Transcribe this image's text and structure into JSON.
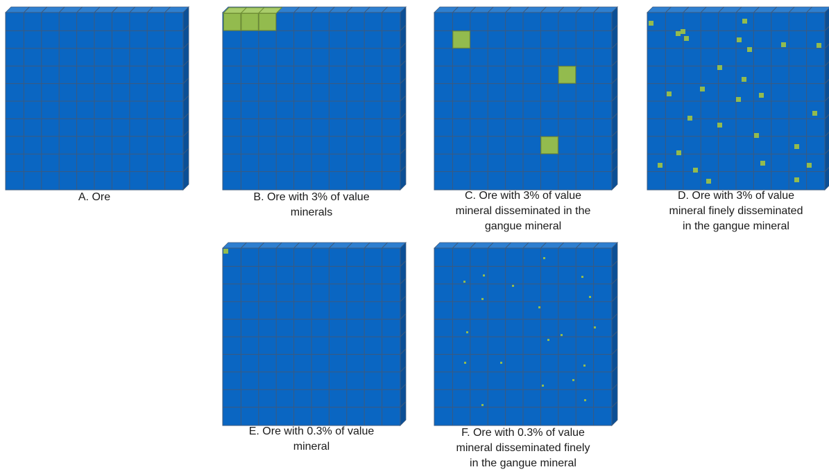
{
  "colors": {
    "ore_front": "#0a66c2",
    "ore_top": "#2e7fd0",
    "ore_side": "#0b4f96",
    "grid": "#3c5a7e",
    "mineral": "#93bb4e",
    "mineral_edge": "#6f8f34"
  },
  "panels": [
    {
      "id": "a",
      "caption_lines": [
        "A. Ore"
      ],
      "mineral_cells": []
    },
    {
      "id": "b",
      "caption_lines": [
        "B. Ore with 3% of value",
        "minerals"
      ],
      "mineral_cells": [
        [
          0,
          0
        ],
        [
          1,
          0
        ],
        [
          2,
          0
        ]
      ]
    },
    {
      "id": "c",
      "caption_lines": [
        "C. Ore with 3% of value",
        "mineral disseminated in the",
        "gangue mineral"
      ],
      "mineral_cells": [
        [
          1,
          1
        ],
        [
          7,
          3
        ],
        [
          6,
          7
        ]
      ]
    },
    {
      "id": "d",
      "caption_lines": [
        "D. Ore with 3% of value",
        "mineral finely disseminated",
        "in the gangue mineral"
      ],
      "mineral_cells": []
    },
    {
      "id": "e",
      "caption_lines": [
        "E. Ore with 0.3% of value",
        "mineral"
      ],
      "mineral_cells": []
    },
    {
      "id": "f",
      "caption_lines": [
        "F. Ore with 0.3% of value",
        "mineral disseminated finely",
        "in the gangue mineral"
      ],
      "mineral_cells": []
    }
  ]
}
